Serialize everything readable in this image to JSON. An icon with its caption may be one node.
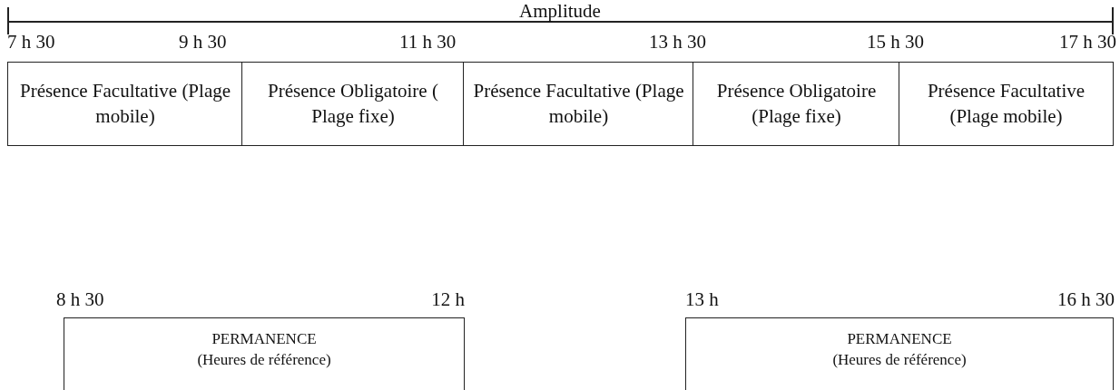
{
  "diagram": {
    "nodes": [
      {
        "text": [
          "Présence Facultative (Plage mobile)"
        ]
      },
      {
        "text": [
          "Présence Obligatoire ( Plage fixe)"
        ]
      },
      {
        "text": [
          "Présence Facultative (Plage mobile)"
        ]
      },
      {
        "text": [
          "Présence Obligatoire (Plage fixe)"
        ]
      },
      {
        "text": [
          "Présence Facultative (Plage mobile)"
        ]
      },
      {
        "text": [
          "PERMANENCE",
          "(Heures de référence)"
        ]
      },
      {
        "text": [
          "PERMANENCE",
          "(Heures de référence)"
        ]
      }
    ],
    "labels": [
      "Amplitude",
      "7 h 30",
      "9 h 30",
      "11 h 30",
      "13 h 30",
      "15 h 30",
      "17 h 30",
      "8 h 30",
      "12 h",
      "13 h",
      "16 h 30"
    ]
  }
}
